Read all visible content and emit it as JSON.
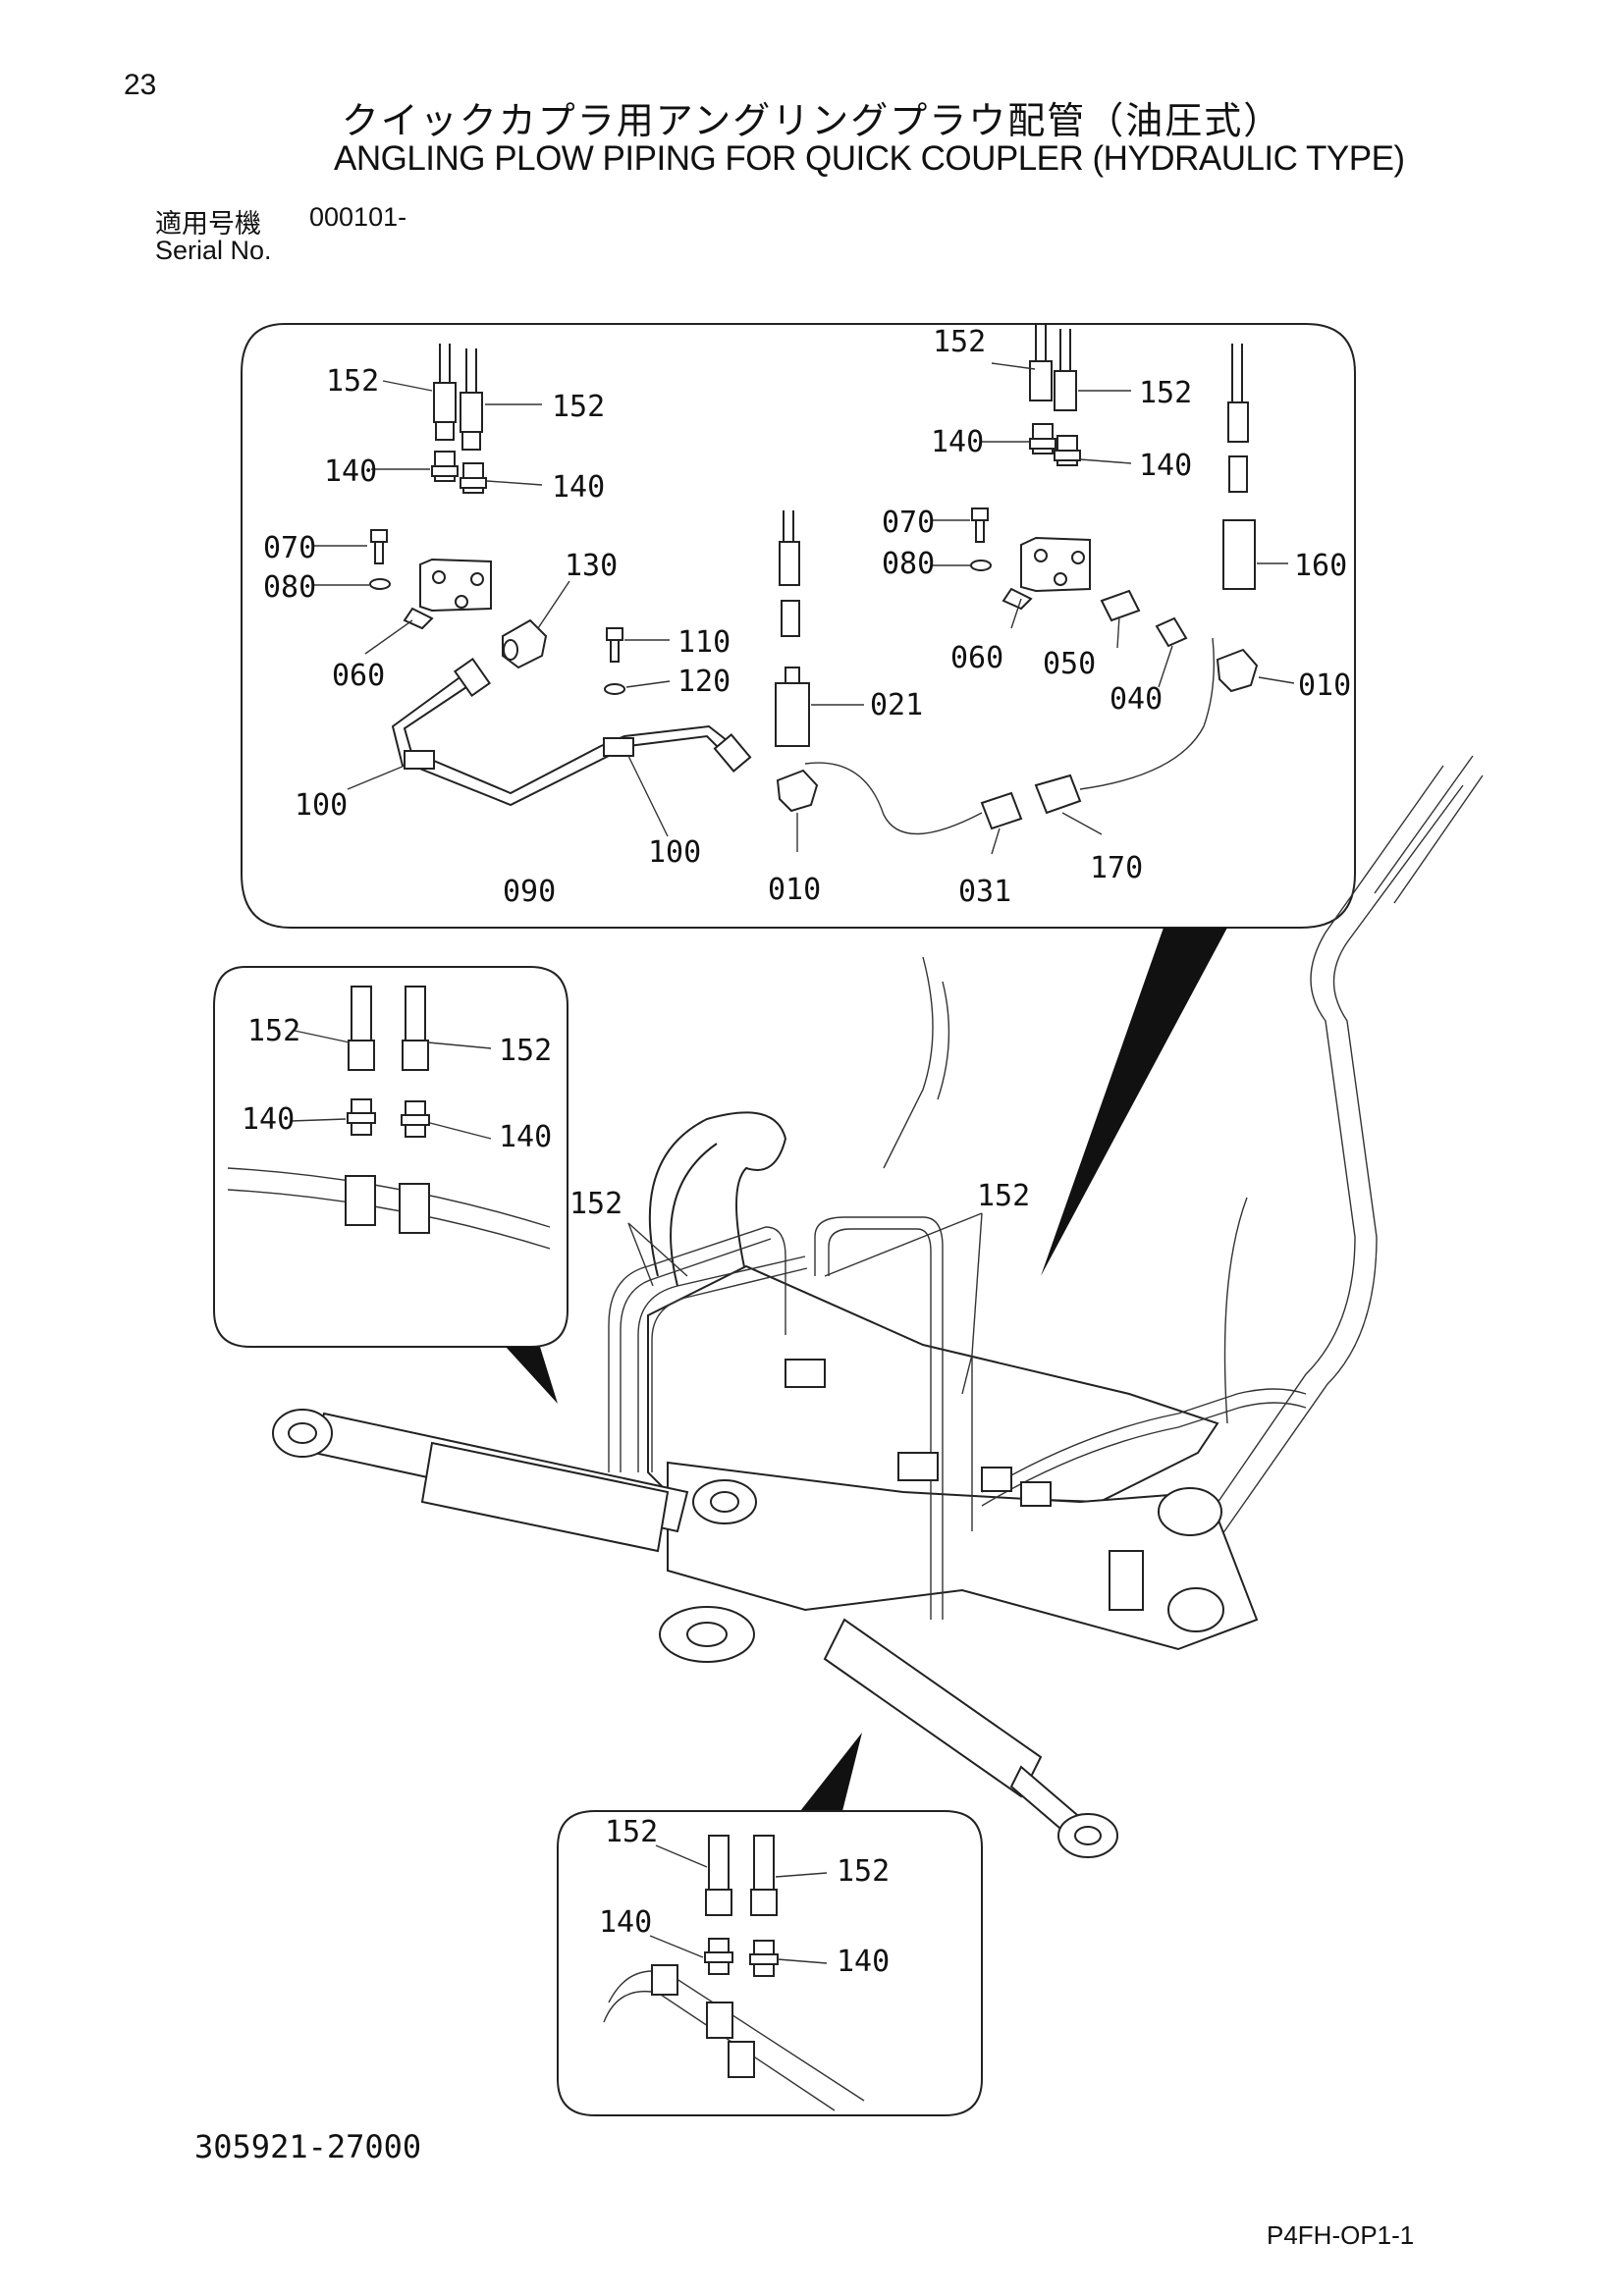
{
  "page_number": "23",
  "title_jp": "クイックカプラ用アングリングプラウ配管（油圧式）",
  "title_en": "ANGLING PLOW PIPING FOR QUICK COUPLER (HYDRAULIC TYPE)",
  "serial": {
    "label_jp": "適用号機",
    "value": "000101-",
    "label_en": "Serial No."
  },
  "doc_number": "305921-27000",
  "page_code": "P4FH-OP1-1",
  "callouts": {
    "main": [
      "152",
      "152",
      "140",
      "140",
      "070",
      "080",
      "130",
      "060",
      "110",
      "120",
      "100",
      "090",
      "100",
      "010",
      "021",
      "152",
      "152",
      "140",
      "140",
      "070",
      "080",
      "160",
      "060",
      "050",
      "040",
      "010",
      "170",
      "031"
    ],
    "left_inset": [
      "152",
      "152",
      "140",
      "140"
    ],
    "machine": [
      "152",
      "152"
    ],
    "bottom_inset": [
      "152",
      "152",
      "140",
      "140"
    ]
  }
}
